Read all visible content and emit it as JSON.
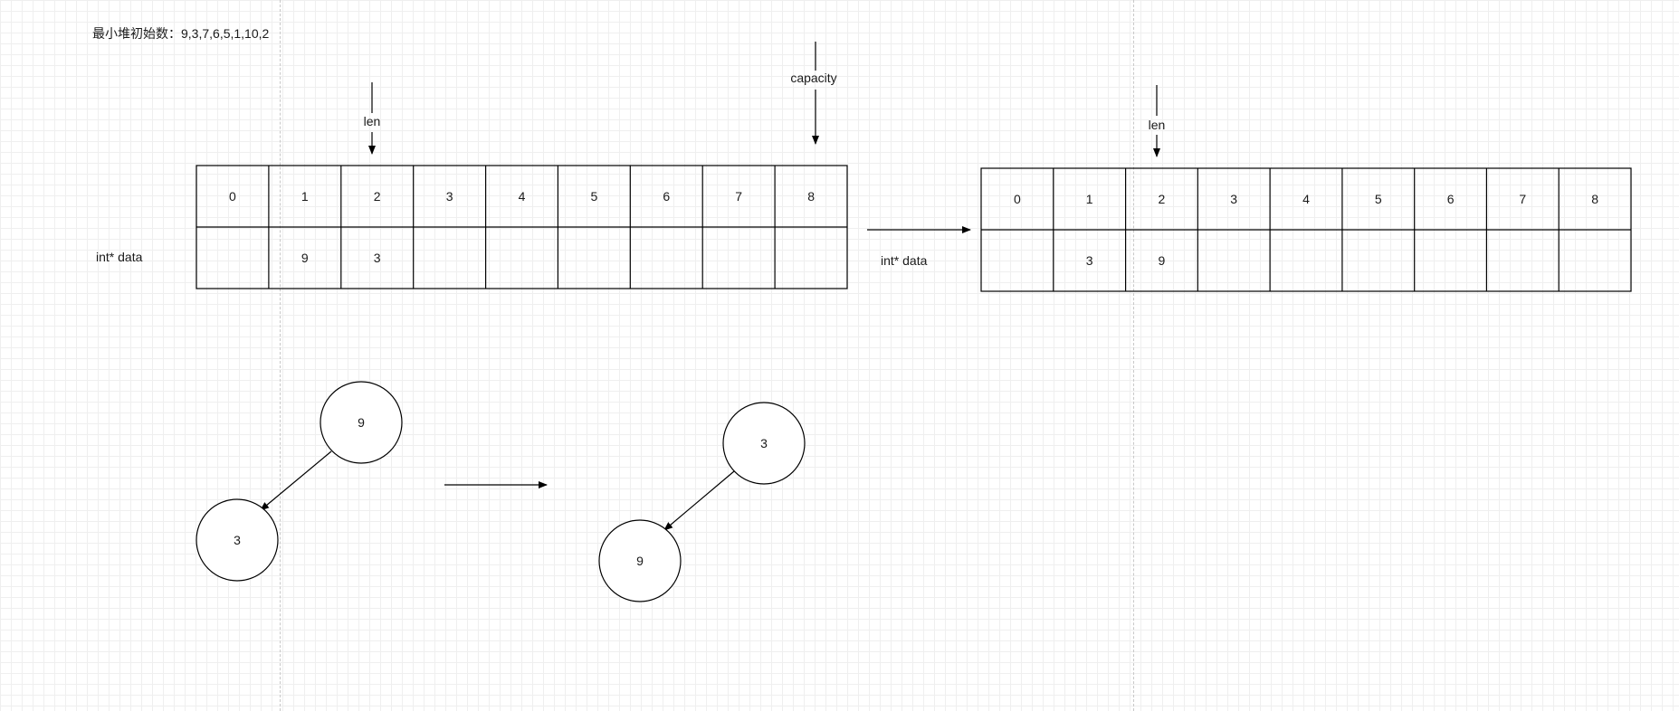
{
  "title": "最小堆初始数：9,3,7,6,5,1,10,2",
  "labels": {
    "data_left": "int* data",
    "data_right": "int* data",
    "len_left": "len",
    "len_right": "len",
    "capacity": "capacity"
  },
  "arrays": {
    "left": {
      "indices": [
        "0",
        "1",
        "2",
        "3",
        "4",
        "5",
        "6",
        "7",
        "8"
      ],
      "values": [
        "",
        "9",
        "3",
        "",
        "",
        "",
        "",
        "",
        ""
      ],
      "len_index": 2,
      "capacity_index": 8
    },
    "right": {
      "indices": [
        "0",
        "1",
        "2",
        "3",
        "4",
        "5",
        "6",
        "7",
        "8"
      ],
      "values": [
        "",
        "3",
        "9",
        "",
        "",
        "",
        "",
        "",
        ""
      ],
      "len_index": 2
    }
  },
  "trees": {
    "before": {
      "root": "9",
      "child": "3"
    },
    "after": {
      "root": "3",
      "child": "9"
    }
  },
  "colors": {
    "stroke": "#000000",
    "text": "#1a1a1a",
    "grid": "#e2e2e2"
  }
}
